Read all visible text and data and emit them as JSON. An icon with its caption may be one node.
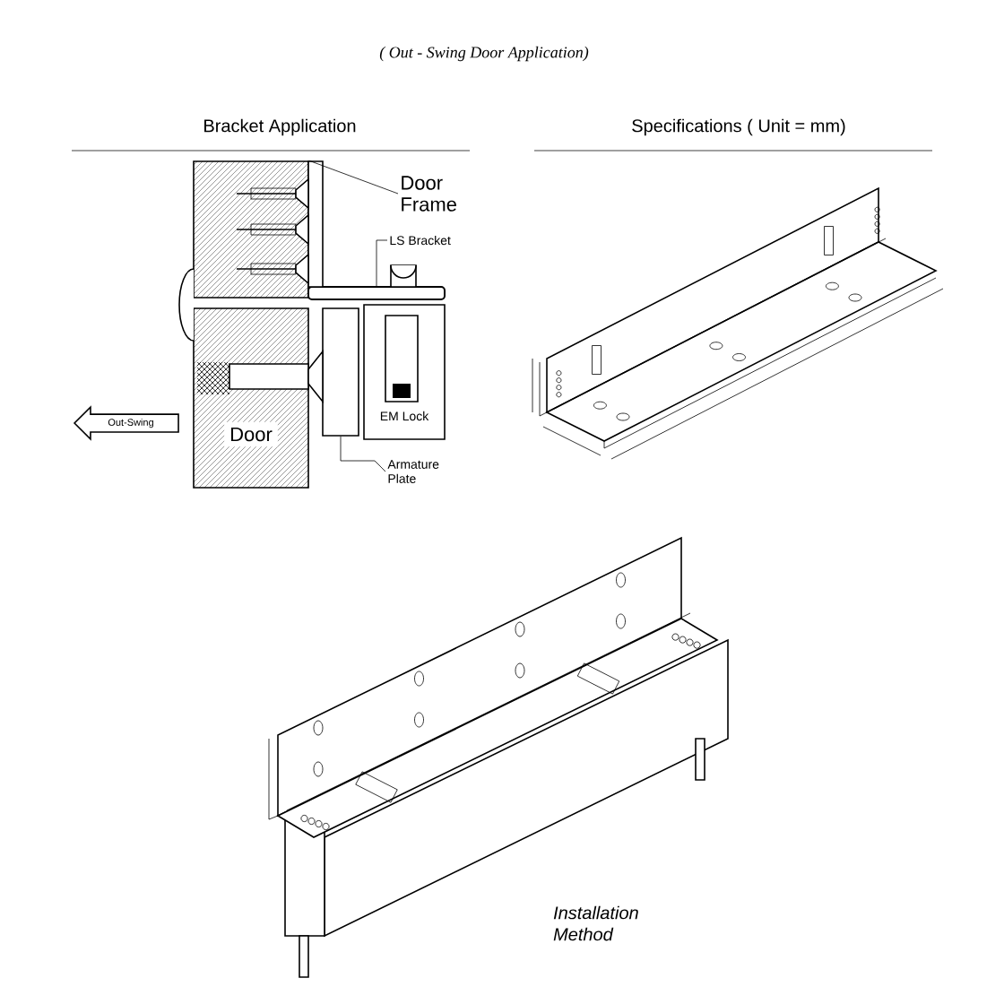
{
  "diagram": {
    "title": "( Out - Swing Door Application)",
    "nodes": [
      {
        "text": [
          "Door Frame"
        ]
      },
      {
        "text": [],
        "shape": "box"
      },
      {
        "text": [
          "LS Bracket"
        ]
      },
      {
        "text": [],
        "shape": "bar"
      },
      {
        "text": [
          "Door"
        ]
      },
      {
        "text": [
          "EM Lock"
        ]
      },
      {
        "text": [
          "Armature Plate"
        ]
      },
      {
        "text": [],
        "shape": "box"
      },
      {
        "text": [
          "Out-Swing"
        ]
      }
    ],
    "edges": [
      {
        "from": 0,
        "to": 1,
        "arrow": "none"
      },
      {
        "from": 2,
        "to": 3,
        "arrow": "none"
      },
      {
        "from": 6,
        "to": 7,
        "arrow": "none"
      }
    ],
    "labels": [
      "Bracket Application",
      "Specifications ( Unit = mm)",
      "Installation Method"
    ]
  }
}
